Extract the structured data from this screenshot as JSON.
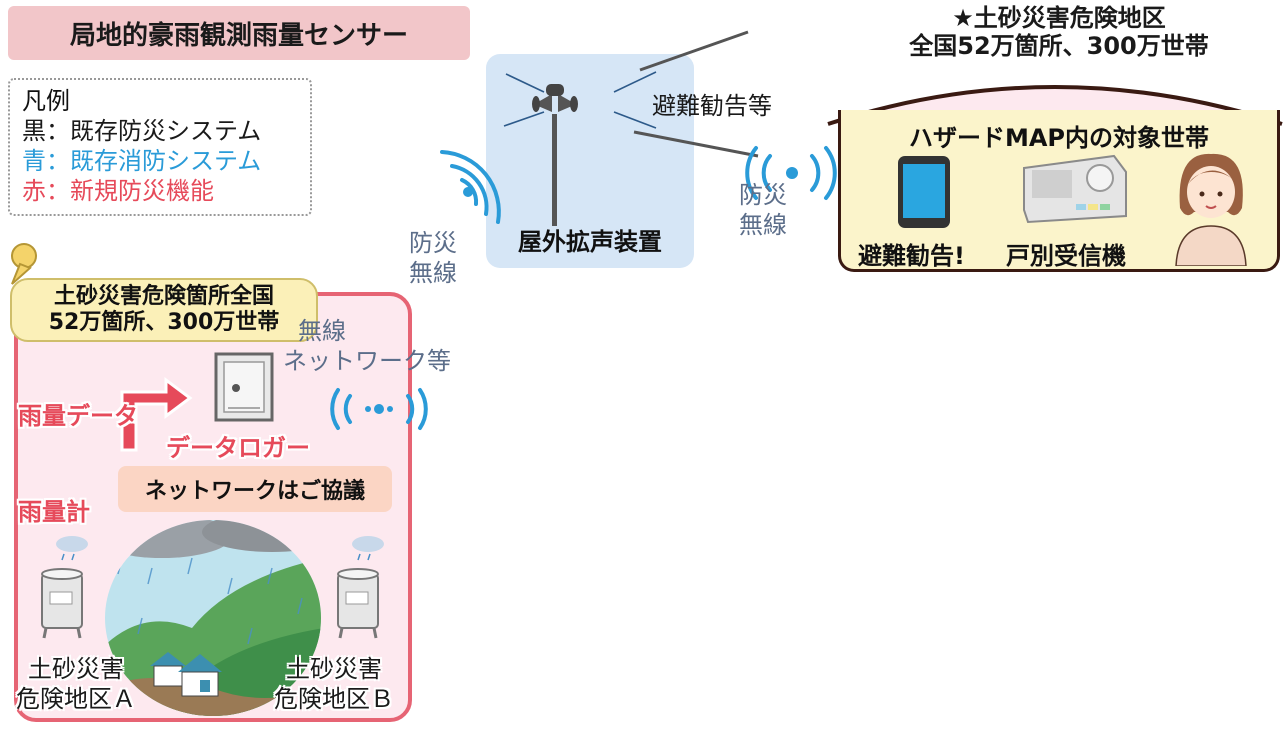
{
  "title": "局地的豪雨観測雨量センサー",
  "legend": {
    "heading": "凡例",
    "items": [
      {
        "text": "黒：既存防災システム",
        "color": "#1a1a1a"
      },
      {
        "text": "青：既存消防システム",
        "color": "#2a9bd8"
      },
      {
        "text": "赤：新規防災機能",
        "color": "#e64a5a"
      }
    ]
  },
  "tower": {
    "label": "屋外拡声装置"
  },
  "left_radio": {
    "line1": "防災",
    "line2": "無線"
  },
  "right_radio": {
    "line1": "防災",
    "line2": "無線"
  },
  "evacuation_label": "避難勧告等",
  "danger_area": {
    "line1": "★土砂災害危険地区",
    "line2": "全国52万箇所、300万世帯"
  },
  "household": {
    "subtitle": "ハザードMAP内の対象世帯",
    "phone_label": "避難勧告!",
    "receiver_label": "戸別受信機"
  },
  "site": {
    "tag_line1": "土砂災害危険箇所全国",
    "tag_line2": "52万箇所、300万世帯",
    "wireless_line1": "無線",
    "wireless_line2": "ネットワーク等",
    "rain_data": "雨量データ",
    "data_logger": "データロガー",
    "network_note": "ネットワークはご協議",
    "rain_gauge": "雨量計",
    "area_a_line1": "土砂災害",
    "area_a_line2": "危険地区Ａ",
    "area_b_line1": "土砂災害",
    "area_b_line2": "危険地区Ｂ"
  },
  "colors": {
    "radio_wave": "#2a9bd8",
    "new_function": "#e64a5a",
    "tower_bg": "#d6e6f6",
    "house_bg": "#fbf4cb"
  }
}
